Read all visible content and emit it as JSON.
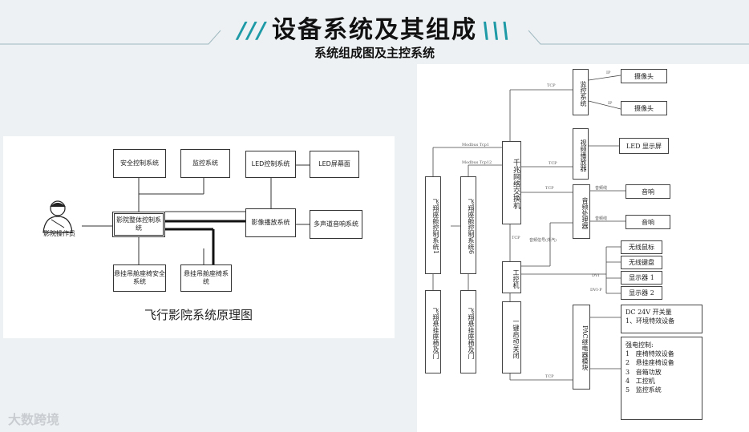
{
  "header": {
    "title": "设备系统及其组成",
    "subtitle": "系统组成图及主控系统",
    "left_deco": "///",
    "right_deco": "\\\\\\"
  },
  "left_diagram": {
    "caption": "飞行影院系统原理图",
    "person_label": "影院操作员",
    "boxes": {
      "security": "安全控制系统",
      "monitor": "监控系统",
      "led_ctrl": "LED控制系统",
      "led_screen": "LED屏幕面",
      "main_ctrl": "影院整体控制系统",
      "video_play": "影像播放系统",
      "multi_audio": "多声道音响系统",
      "seat_safety": "悬挂吊舱座椅安全系统",
      "seat_system": "悬挂吊舱座椅系统"
    }
  },
  "right_diagram": {
    "switch": "千兆网络交换机",
    "monitor_sys": "监控系统",
    "camera1": "摄像头",
    "camera2": "摄像头",
    "video_player": "视频播放器",
    "led_screen": "LED 显示屏",
    "audio_proc": "音频处理器",
    "speaker1": "音响",
    "speaker2": "音响",
    "seat_ctrl_1": "飞翔座舱控制系统1",
    "seat_ctrl_6": "飞翔座舱控制系统6",
    "seat_door_1": "飞翔悬挂座椅及门",
    "seat_door_6": "飞翔悬挂座椅及门",
    "ipc": "工控机",
    "mouse": "无线鼠标",
    "keyboard": "无线键盘",
    "display1": "显示器 1",
    "display2": "显示器 2",
    "one_key": "一键启动/关闭",
    "plc": "PAC继电器模块",
    "dc_box": [
      "DC 24V 开关量",
      "1、环境特效设备"
    ],
    "strong_title": "强电控制:",
    "strong_items": [
      {
        "n": "1",
        "t": "座椅特效设备"
      },
      {
        "n": "2",
        "t": "悬挂座椅设备"
      },
      {
        "n": "3",
        "t": "音箱功放"
      },
      {
        "n": "4",
        "t": "工控机"
      },
      {
        "n": "5",
        "t": "监控系统"
      }
    ],
    "labels": {
      "tcp1": "TCP",
      "tcp2": "TCP",
      "tcp3": "TCP",
      "tcp4": "TCP",
      "tcp5": "TCP",
      "modbus1": "Modbus Tcp1",
      "modbus2": "Modbus Tcp12",
      "ip1": "IP",
      "ip2": "IP",
      "audio_line1": "音频线",
      "audio_line2": "音频线",
      "audio_signal": "音频信号(外汽)",
      "dvi1": "DVI",
      "dvi2": "DVI-P"
    }
  },
  "watermark": "大数跨境"
}
